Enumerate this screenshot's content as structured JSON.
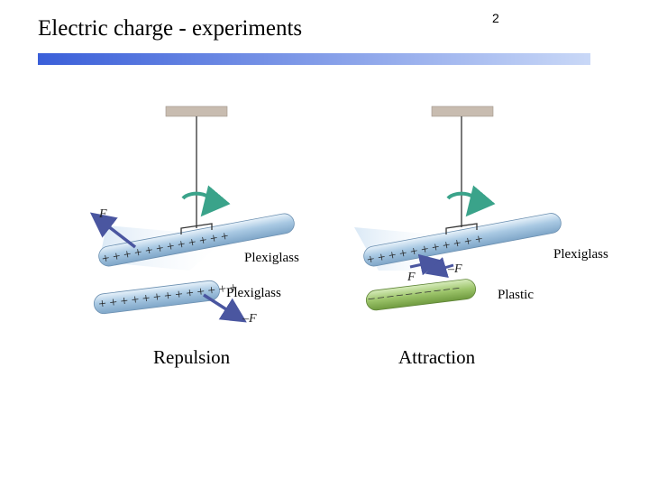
{
  "slide": {
    "title": "Electric charge - experiments",
    "number": "2",
    "accent_gradient": [
      "#3a5fd9",
      "#c9d8f7"
    ]
  },
  "left_panel": {
    "caption": "Repulsion",
    "hanging_rod_label": "Plexiglass",
    "lower_rod_label": "Plexiglass",
    "hanging_rod_charges": "+ + + + + + + + + + + +",
    "lower_rod_charges": "+ + + + + + + + + + + + +",
    "force_on_hanging": "F",
    "force_on_lower": "–F"
  },
  "right_panel": {
    "caption": "Attraction",
    "hanging_rod_label": "Plexiglass",
    "lower_rod_label": "Plastic",
    "hanging_rod_charges": "+ + + + + + + + + + +",
    "lower_rod_charges": "– – – – – – – – – –",
    "force_on_hanging": "F",
    "force_on_lower": "–F"
  },
  "colors": {
    "plexiglass_rod": "#a9c9e3",
    "plastic_rod": "#9cc46a",
    "rotation_arrow": "#3aa38a",
    "force_arrow": "#4a56a0",
    "ceiling": "#c8bcb0"
  }
}
